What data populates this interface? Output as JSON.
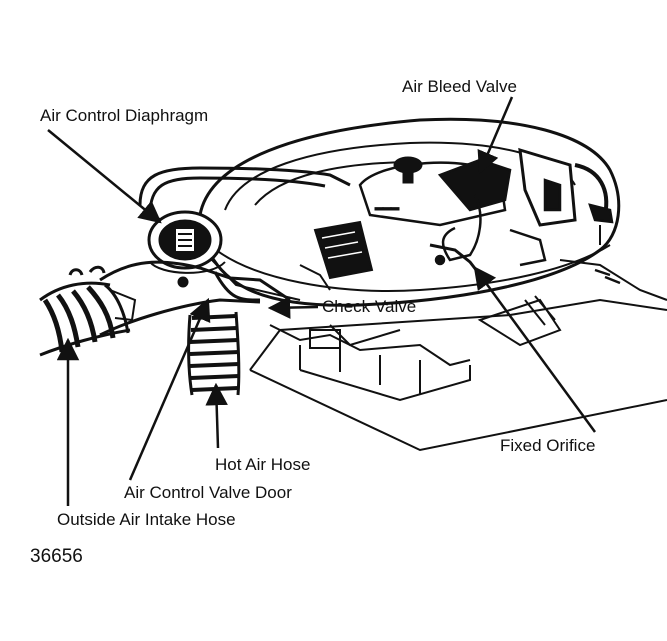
{
  "labels": {
    "air_bleed_valve": "Air Bleed Valve",
    "air_control_diaphragm": "Air Control Diaphragm",
    "check_valve": "Check Valve",
    "fixed_orifice": "Fixed Orifice",
    "hot_air_hose": "Hot Air Hose",
    "air_control_valve_door": "Air Control Valve Door",
    "outside_air_intake_hose": "Outside Air Intake Hose"
  },
  "figure_id": "36656",
  "colors": {
    "ink": "#111111",
    "paper": "#ffffff"
  }
}
